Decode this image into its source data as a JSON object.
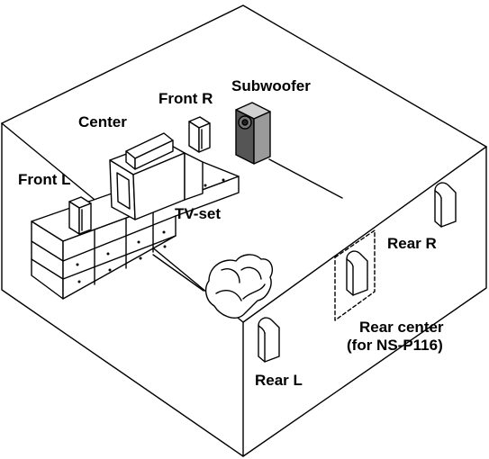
{
  "labels": {
    "front_l": "Front L",
    "center": "Center",
    "front_r": "Front R",
    "subwoofer": "Subwoofer",
    "tv_set": "TV-set",
    "rear_r": "Rear R",
    "rear_center_line1": "Rear center",
    "rear_center_line2": "(for NS-P116)",
    "rear_l": "Rear L"
  },
  "colors": {
    "line": "#000000",
    "subwoofer_fill": "#9a9a9a",
    "subwoofer_dark": "#555555",
    "background": "#ffffff"
  }
}
